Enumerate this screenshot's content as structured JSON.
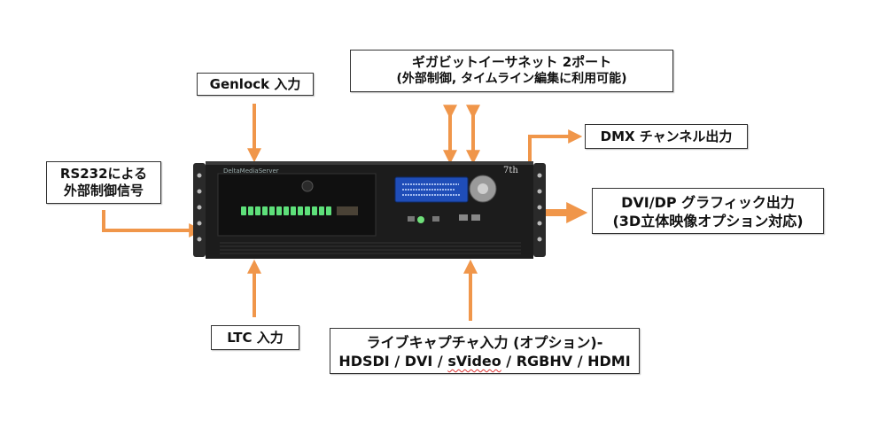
{
  "labels": {
    "genlock": "Genlock 入力",
    "ethernet_line1": "ギガビットイーサネット 2ポート",
    "ethernet_line2": "(外部制御, タイムライン編集に利用可能)",
    "dmx": "DMX チャンネル出力",
    "rs232_line1": "RS232による",
    "rs232_line2": "外部制御信号",
    "dvi_line1": "DVI/DP グラフィック出力",
    "dvi_line2": "(3D立体映像オプション対応)",
    "ltc": "LTC 入力",
    "capture_line1": "ライブキャプチャ入力 (オプション)-",
    "capture_line2_a": "HDSDI / DVI / ",
    "capture_line2_b": "sVideo",
    "capture_line2_c": " / RGBHV / HDMI"
  },
  "device": {
    "brand_text": "DeltaMediaServer",
    "logo_text": "7th"
  },
  "colors": {
    "arrow": "#f0964a",
    "device_body": "#1c1c1c",
    "led": "#5ee07a",
    "lcd": "#1f4db8"
  }
}
